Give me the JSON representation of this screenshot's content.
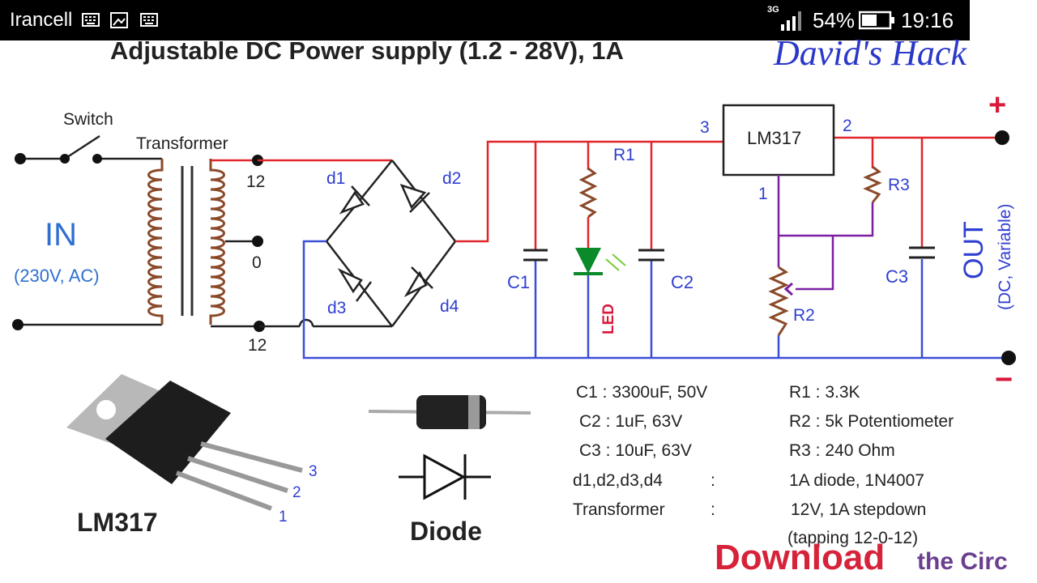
{
  "status_bar": {
    "carrier": "Irancell",
    "network": "3G",
    "battery": "54%",
    "time": "19:16"
  },
  "title": "Adjustable DC Power supply  (1.2 - 28V), 1A",
  "brand": "David's Hack",
  "labels": {
    "switch": "Switch",
    "transformer": "Transformer",
    "in": "IN",
    "in_spec": "(230V, AC)",
    "tap_top": "12",
    "tap_mid": "0",
    "tap_bot": "12",
    "d1": "d1",
    "d2": "d2",
    "d3": "d3",
    "d4": "d4",
    "c1": "C1",
    "c2": "C2",
    "c3": "C3",
    "r1": "R1",
    "r2": "R2",
    "r3": "R3",
    "led": "LED",
    "regulator": "LM317",
    "pin3": "3",
    "pin2": "2",
    "pin1": "1",
    "out": "OUT",
    "out_spec": "(DC, Variable)",
    "plus": "+",
    "minus": "−"
  },
  "components_legend": [
    {
      "key": "C1 : 3300uF, 50V",
      "value": "R1 :  3.3K"
    },
    {
      "key": "C2 : 1uF, 63V",
      "value": "R2 :  5k Potentiometer"
    },
    {
      "key": "C3 : 10uF, 63V",
      "value": "R3 :  240 Ohm"
    },
    {
      "key": "d1,d2,d3,d4",
      "sep": ":",
      "value": "1A diode, 1N4007"
    },
    {
      "key": "Transformer",
      "sep": ":",
      "value": "12V, 1A stepdown"
    }
  ],
  "tapping_note": "(tapping 12-0-12)",
  "package": {
    "name": "LM317",
    "pins": [
      "3",
      "2",
      "1"
    ]
  },
  "diode_caption": "Diode",
  "banner": {
    "word1": "Download",
    "word2": "the Circ"
  },
  "colors": {
    "wire_positive": "#e0262a",
    "wire_negative": "#3b4fd6",
    "wire_adjust": "#7b1fa2",
    "label_blue": "#2f3fd0",
    "label_red": "#d81b3c",
    "led_green": "#0b8a2a",
    "brand": "#2a38c9",
    "banner_red": "#d6233a",
    "banner_purple": "#6a3f8f"
  }
}
